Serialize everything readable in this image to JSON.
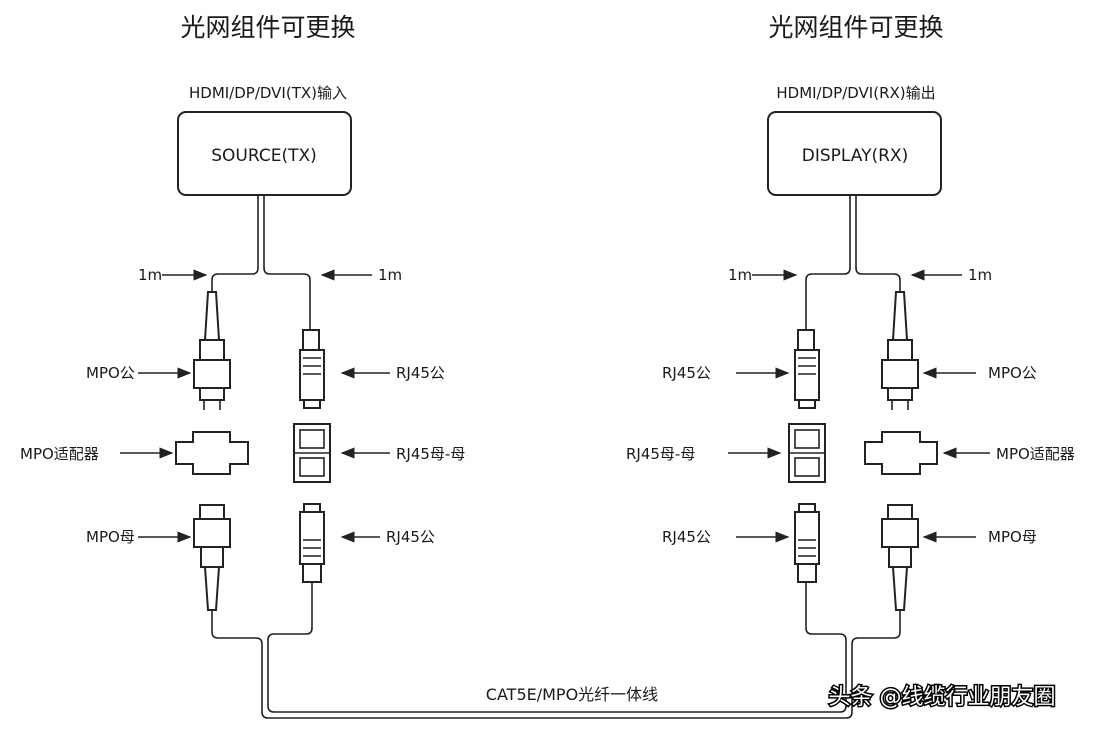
{
  "left": {
    "title": "光网组件可更换",
    "io_label": "HDMI/DP/DVI(TX)输入",
    "box_label": "SOURCE(TX)",
    "len_left": "1m",
    "len_right": "1m",
    "mpo_male": "MPO公",
    "mpo_adapter": "MPO适配器",
    "mpo_female": "MPO母",
    "rj45_male_top": "RJ45公",
    "rj45_coupler": "RJ45母-母",
    "rj45_male_bottom": "RJ45公"
  },
  "right": {
    "title": "光网组件可更换",
    "io_label": "HDMI/DP/DVI(RX)输出",
    "box_label": "DISPLAY(RX)",
    "len_left": "1m",
    "len_right": "1m",
    "rj45_male_top": "RJ45公",
    "rj45_coupler": "RJ45母-母",
    "rj45_male_bottom": "RJ45公",
    "mpo_male": "MPO公",
    "mpo_adapter": "MPO适配器",
    "mpo_female": "MPO母"
  },
  "cable_label": "CAT5E/MPO光纤一体线",
  "watermark": "头条 @线缆行业朋友圈"
}
